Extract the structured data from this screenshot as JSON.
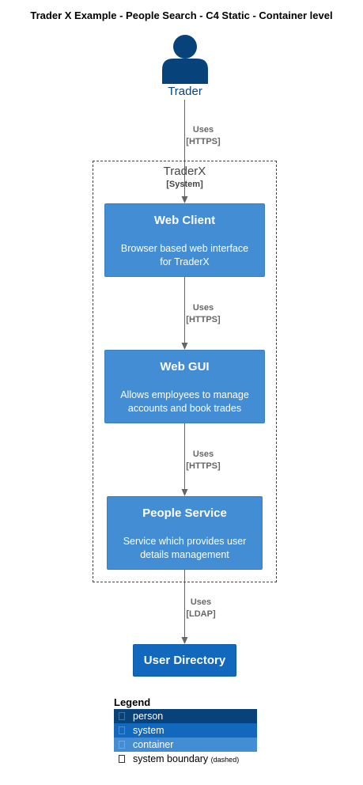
{
  "title": "Trader X Example - People Search - C4 Static - Container level",
  "person": {
    "label": "Trader",
    "color": "#08427b"
  },
  "relations": [
    {
      "label": "Uses",
      "tech": "[HTTPS]"
    },
    {
      "label": "Uses",
      "tech": "[HTTPS]"
    },
    {
      "label": "Uses",
      "tech": "[HTTPS]"
    },
    {
      "label": "Uses",
      "tech": "[LDAP]"
    }
  ],
  "boundary": {
    "name": "TraderX",
    "type": "[System]"
  },
  "containers": [
    {
      "title": "Web Client",
      "desc_lines": [
        "Browser based web interface",
        "for TraderX"
      ]
    },
    {
      "title": "Web GUI",
      "desc_lines": [
        "Allows employees to manage",
        "accounts and book trades"
      ]
    },
    {
      "title": "People Service",
      "desc_lines": [
        "Service which provides user",
        "details management"
      ]
    }
  ],
  "external_system": {
    "title": "User Directory"
  },
  "legend": {
    "title": "Legend",
    "items": [
      {
        "label": "person",
        "bg": "#08427b",
        "fg": "#ffffff"
      },
      {
        "label": "system",
        "bg": "#1168bd",
        "fg": "#ffffff"
      },
      {
        "label": "container",
        "bg": "#438dd5",
        "fg": "#ffffff"
      },
      {
        "label": "system boundary",
        "note": "(dashed)",
        "bg": "#ffffff",
        "fg": "#000000"
      }
    ]
  }
}
